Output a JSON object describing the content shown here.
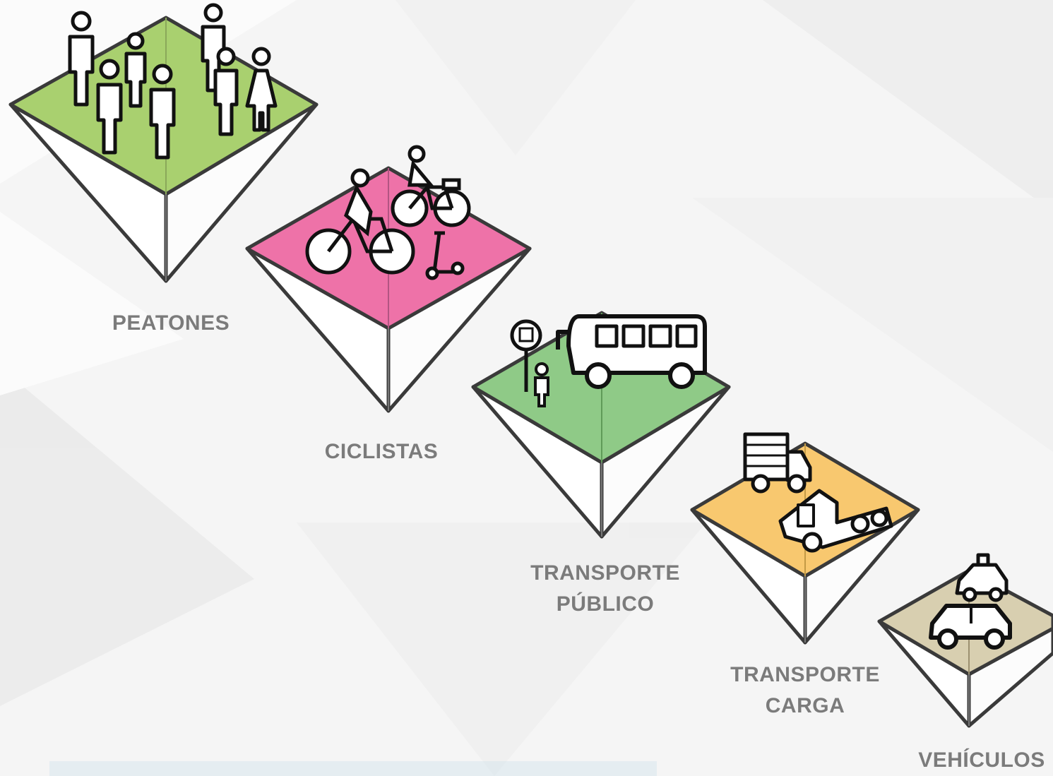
{
  "colors": {
    "peatones": "#a9d06f",
    "ciclistas": "#ee72a8",
    "transporte_publico": "#8fca87",
    "transporte_carga": "#f8c86f",
    "vehiculos": "#d8cfb0",
    "outline": "#3a3a3a",
    "label": "#7b7b7b"
  },
  "levels": [
    {
      "key": "peatones",
      "label_lines": [
        "PEATONES"
      ],
      "icons": [
        "pedestrians-group-icon"
      ]
    },
    {
      "key": "ciclistas",
      "label_lines": [
        "CICLISTAS"
      ],
      "icons": [
        "cyclist-icon",
        "bicycle-rider-icon",
        "scooter-icon"
      ]
    },
    {
      "key": "transporte_publico",
      "label_lines": [
        "TRANSPORTE",
        "PÚBLICO"
      ],
      "icons": [
        "bus-stop-icon",
        "bus-icon",
        "passenger-icon"
      ]
    },
    {
      "key": "transporte_carga",
      "label_lines": [
        "TRANSPORTE",
        "CARGA"
      ],
      "icons": [
        "truck-icon",
        "semi-truck-icon"
      ]
    },
    {
      "key": "vehiculos",
      "label_lines": [
        "VEHÍCULOS"
      ],
      "icons": [
        "police-car-icon",
        "car-icon"
      ]
    }
  ]
}
